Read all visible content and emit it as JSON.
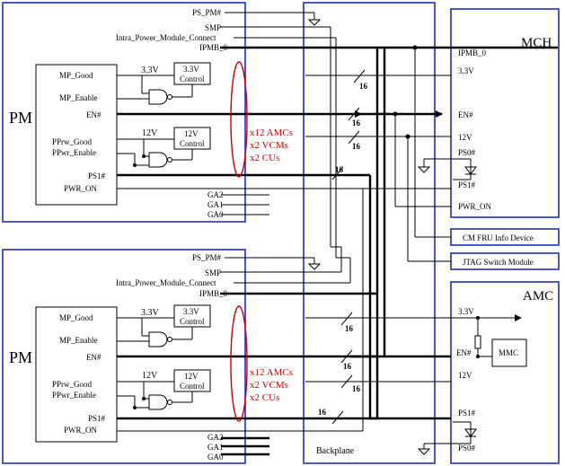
{
  "pm_top": {
    "label": "PM",
    "signals": {
      "ps_pm": "PS_PM#",
      "smp": "SMP",
      "intra": "Intra_Power_Module_Connect",
      "ipmb0": "IPMB_0",
      "mp_good": "MP_Good",
      "mp_enable": "MP_Enable",
      "en": "EN#",
      "ppwr_good": "PPrw_Good",
      "ppwr_enable": "PPwr_Enable",
      "ps1": "PS1#",
      "pwr_on": "PWR_ON",
      "ga2": "GA2",
      "ga1": "GA1",
      "ga0": "GA0"
    },
    "v33": "3.3V",
    "ctrl33_line1": "3.3V",
    "ctrl33_line2": "Control",
    "v12": "12V",
    "ctrl12_line1": "12V",
    "ctrl12_line2": "Control",
    "red_lines": [
      "x12 AMCs",
      "x2 VCMs",
      "x2 CUs"
    ]
  },
  "pm_bottom": {
    "label": "PM",
    "signals": {
      "ps_pm": "PS_PM#",
      "smp": "SMP",
      "intra": "Intra_Power_Module_Connect",
      "ipmb0": "IPMB_0",
      "mp_good": "MP_Good",
      "mp_enable": "MP_Enable",
      "en": "EN#",
      "ppwr_good": "PPrw_Good",
      "ppwr_enable": "PPwr_Enable",
      "ps1": "PS1#",
      "pwr_on": "PWR_ON",
      "ga2": "GA2",
      "ga1": "GA1",
      "ga0": "GA0"
    },
    "v33": "3.3V",
    "ctrl33_line1": "3.3V",
    "ctrl33_line2": "Control",
    "v12": "12V",
    "ctrl12_line1": "12V",
    "ctrl12_line2": "Control",
    "red_lines": [
      "x12 AMCs",
      "x2 VCMs",
      "x2 CUs"
    ]
  },
  "bus_width": "16",
  "backplane": {
    "label": "Backplane"
  },
  "mch": {
    "label": "MCH",
    "signals": {
      "ipmb0": "IPMB_0",
      "v33": "3.3V",
      "en": "EN#",
      "v12": "12V",
      "ps0": "PS0#",
      "ps1": "PS1#",
      "pwr_on": "PWR_ON"
    }
  },
  "cm_fru": {
    "label": "CM FRU Info Device"
  },
  "jtag": {
    "label": "JTAG Switch Module"
  },
  "amc": {
    "label": "AMC",
    "mmc": "MMC",
    "signals": {
      "v33": "3.3V",
      "en": "EN#",
      "v12": "12V",
      "ps1": "PS1#",
      "ps0": "PS0#"
    }
  }
}
